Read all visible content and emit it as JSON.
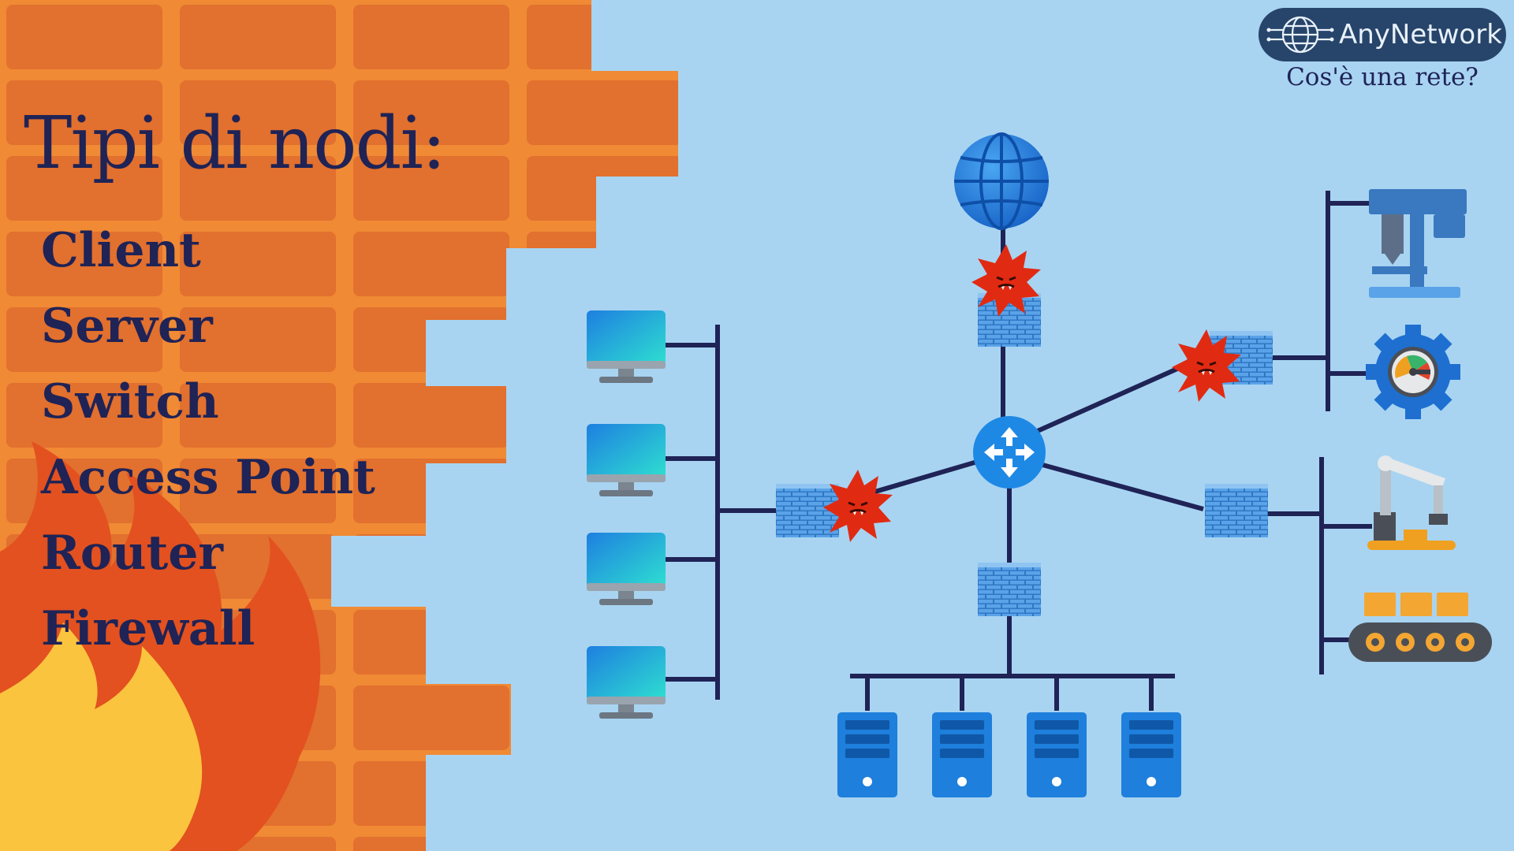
{
  "slide": {
    "title": "Tipi di nodi:",
    "node_types": [
      "Client",
      "Server",
      "Switch",
      "Access Point",
      "Router",
      "Firewall"
    ]
  },
  "brand": {
    "name": "AnyNetwork",
    "subtitle": "Cos'è una rete?",
    "icon": "globe-circuit-icon"
  },
  "colors": {
    "background": "#a8d4f2",
    "brick": "#e2702e",
    "mortar": "#f08a35",
    "text": "#1f2356",
    "link": "#1f2356",
    "router": "#1e88e5",
    "firewall": "#3d86cf",
    "virus": "#e02b12",
    "flame_outer": "#e2511f",
    "flame_inner": "#fbc43e"
  },
  "diagram": {
    "center": "router-icon",
    "internet": "globe-icon",
    "clients": [
      "monitor-icon",
      "monitor-icon",
      "monitor-icon",
      "monitor-icon"
    ],
    "servers": [
      "server-icon",
      "server-icon",
      "server-icon",
      "server-icon"
    ],
    "industrial": [
      "drill-press-icon",
      "gauge-gear-icon",
      "robot-arm-icon",
      "conveyor-icon"
    ],
    "firewalls": 5,
    "viruses": 3
  }
}
